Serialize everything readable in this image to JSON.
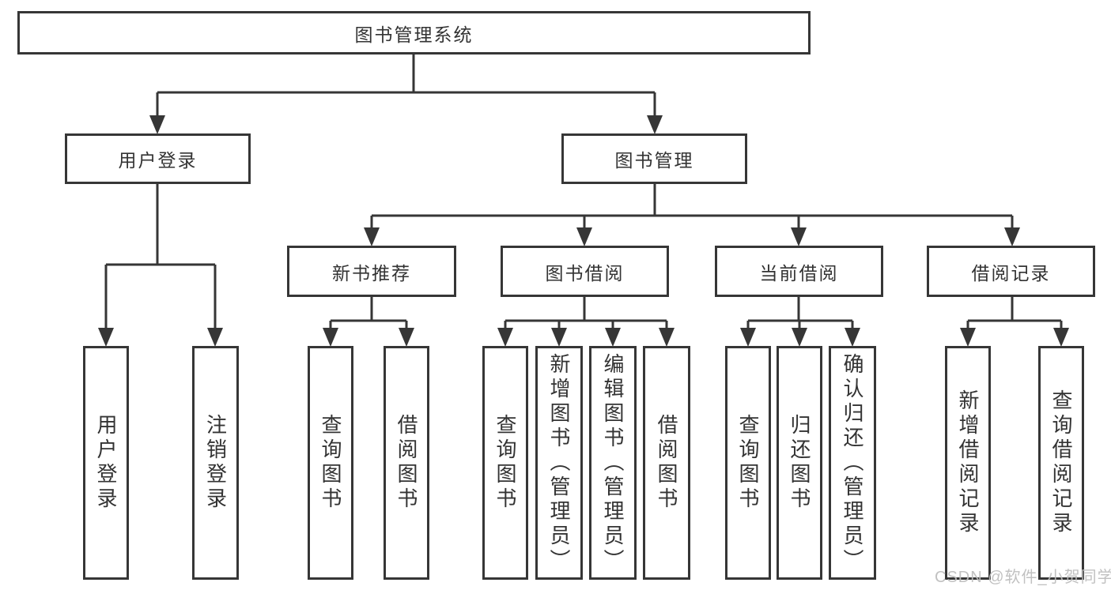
{
  "diagram": {
    "root": "图书管理系统",
    "level1": [
      "用户登录",
      "图书管理"
    ],
    "level2": [
      "新书推荐",
      "图书借阅",
      "当前借阅",
      "借阅记录"
    ],
    "children": {
      "user_login": [
        "用户登录",
        "注销登录"
      ],
      "new_books": [
        "查询图书",
        "借阅图书"
      ],
      "book_borrow": [
        "查询图书",
        "新增图书（管理员）",
        "编辑图书（管理员）",
        "借阅图书"
      ],
      "current_borrow": [
        "查询图书",
        "归还图书",
        "确认归还（管理员）"
      ],
      "borrow_records": [
        "新增借阅记录",
        "查询借阅记录"
      ]
    },
    "watermark": "CSDN @软件_小贺同学",
    "colors": {
      "line": "#363636",
      "text": "#333333",
      "box_background": "#ffffff",
      "watermark": "#bebebe",
      "background": "#ffffff"
    }
  }
}
